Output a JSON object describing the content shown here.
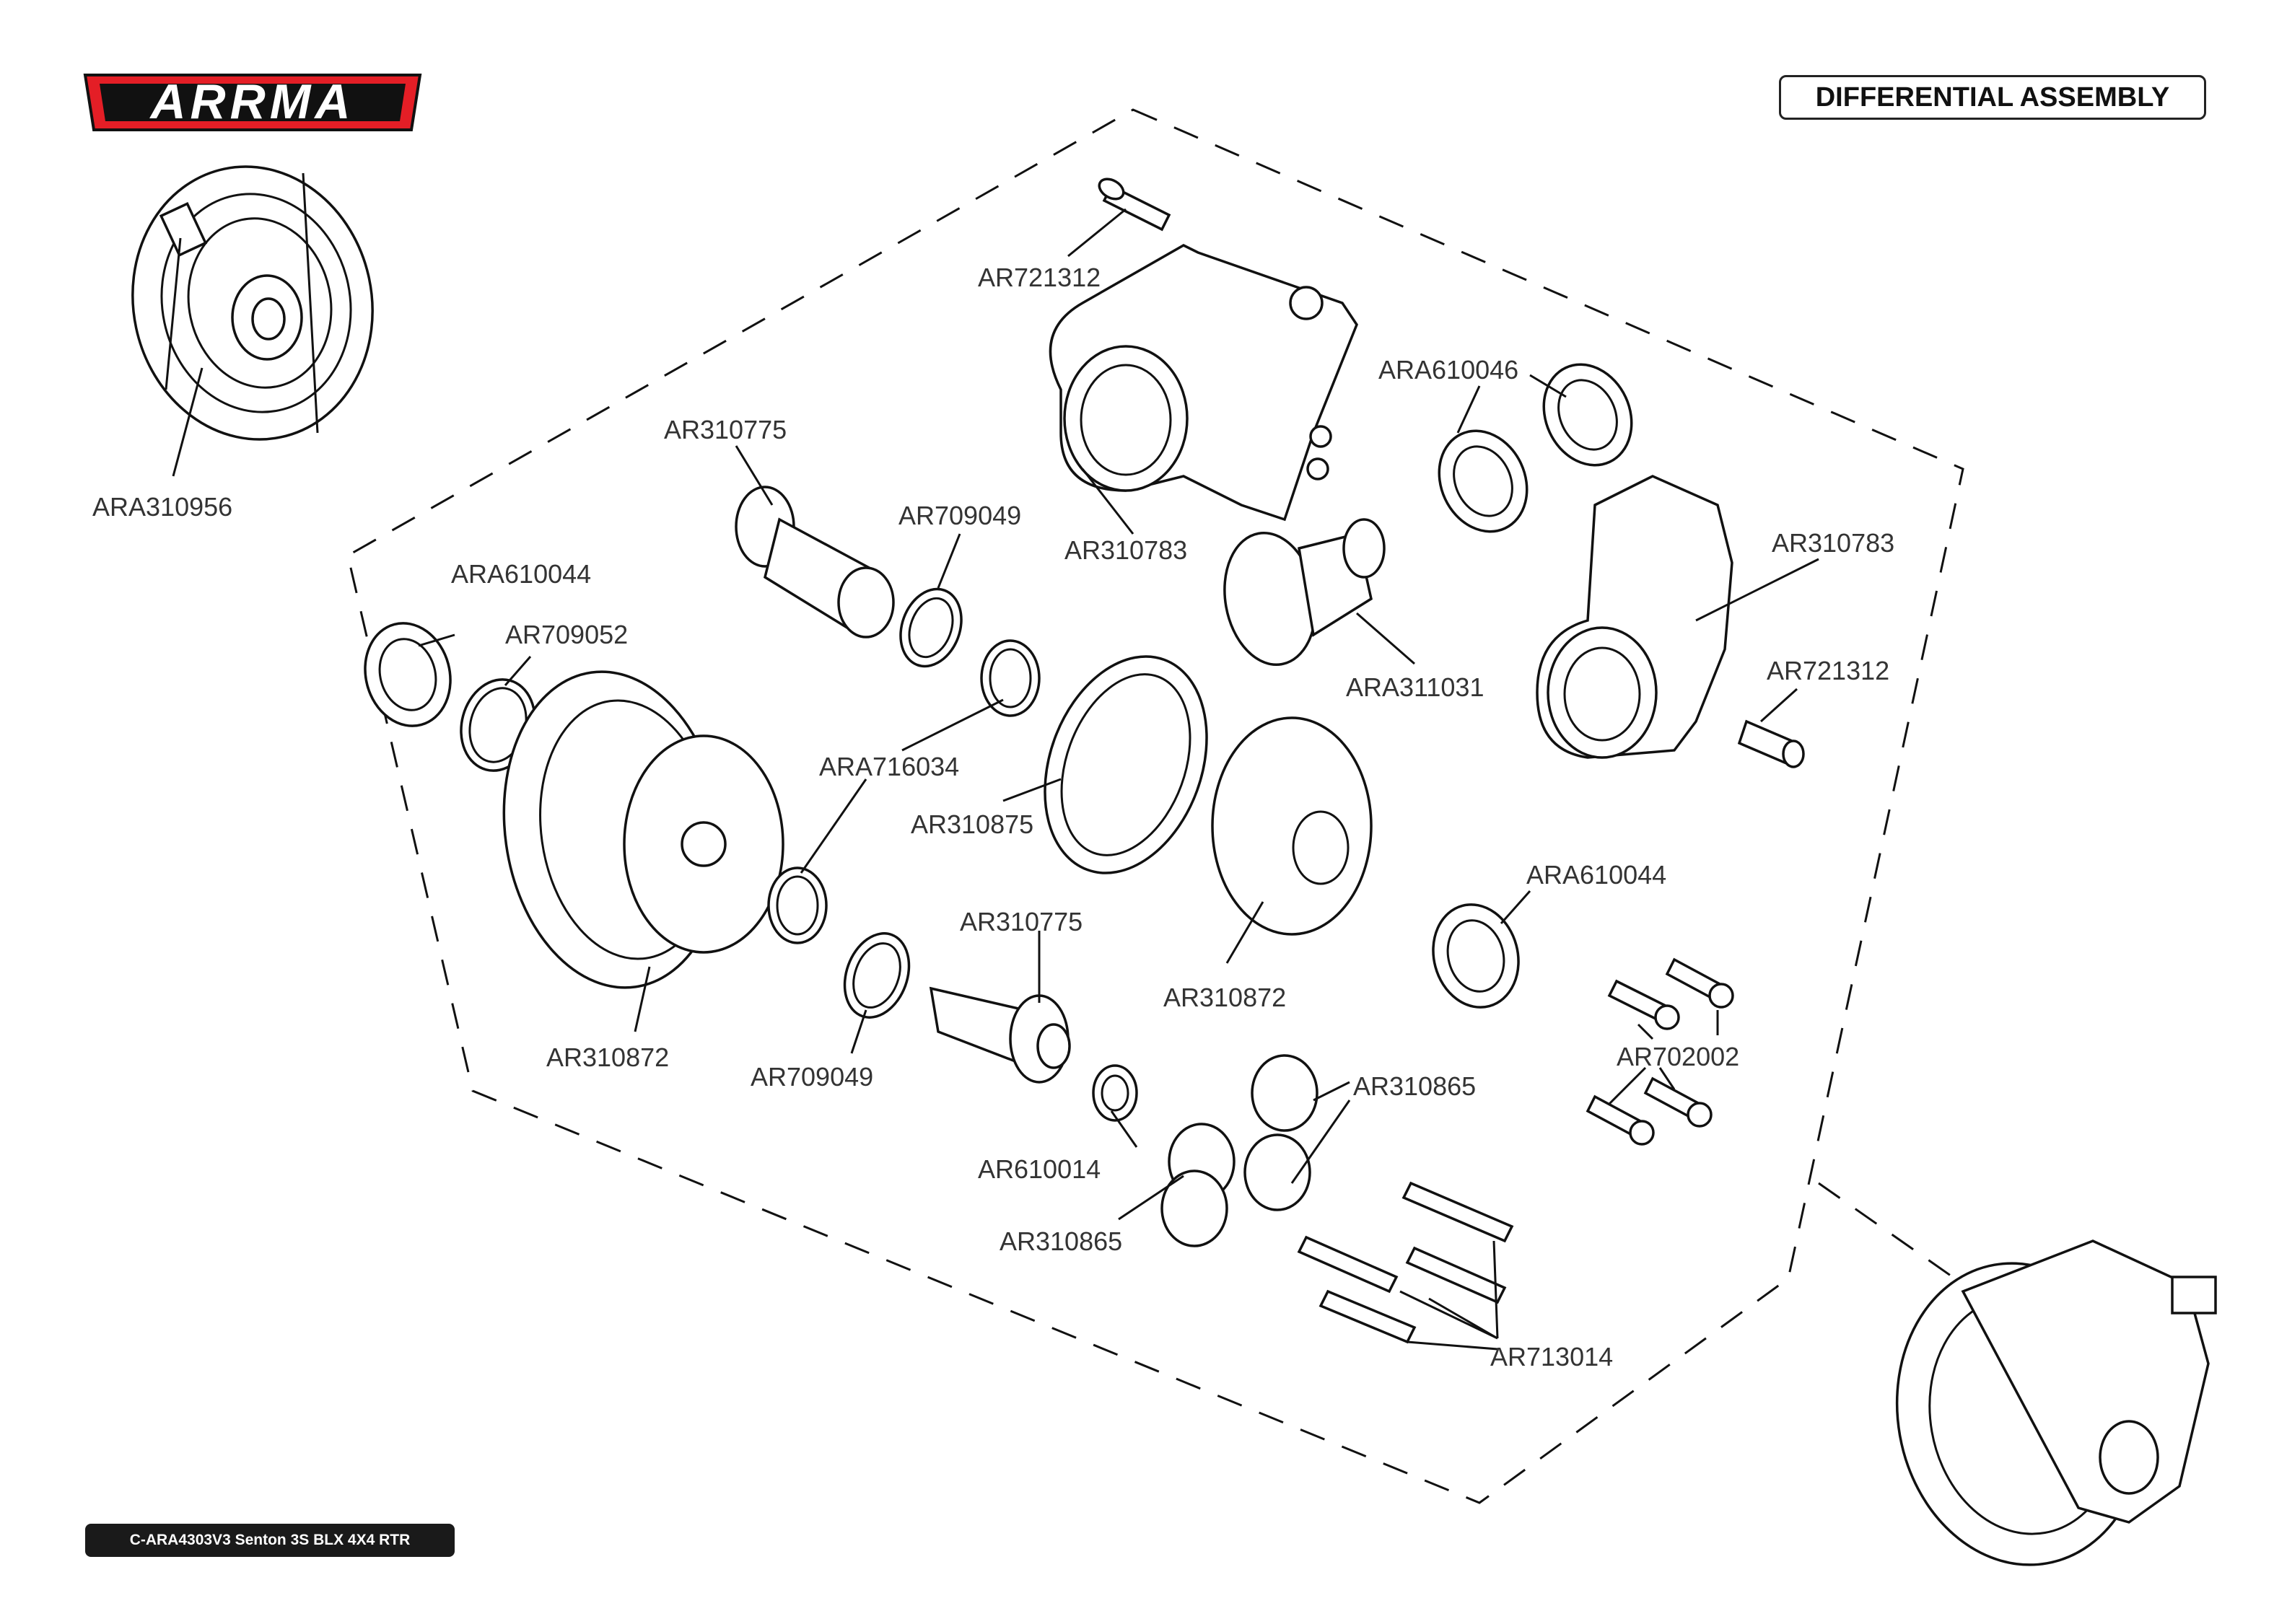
{
  "header": {
    "brand": "ARRMA",
    "title": "DIFFERENTIAL ASSEMBLY"
  },
  "footer": {
    "model": "C-ARA4303V3 Senton 3S BLX 4X4 RTR"
  },
  "parts": [
    {
      "id": "ARA310956",
      "label": "ARA310956"
    },
    {
      "id": "AR721312",
      "label": "AR721312"
    },
    {
      "id": "AR310775",
      "label": "AR310775"
    },
    {
      "id": "AR709049",
      "label": "AR709049"
    },
    {
      "id": "AR310783",
      "label": "AR310783"
    },
    {
      "id": "ARA610046",
      "label": "ARA610046"
    },
    {
      "id": "AR310783",
      "label": "AR310783"
    },
    {
      "id": "ARA610044",
      "label": "ARA610044"
    },
    {
      "id": "AR709052",
      "label": "AR709052"
    },
    {
      "id": "ARA311031",
      "label": "ARA311031"
    },
    {
      "id": "AR721312",
      "label": "AR721312"
    },
    {
      "id": "ARA716034",
      "label": "ARA716034"
    },
    {
      "id": "AR310875",
      "label": "AR310875"
    },
    {
      "id": "ARA610044",
      "label": "ARA610044"
    },
    {
      "id": "AR310775",
      "label": "AR310775"
    },
    {
      "id": "AR310872",
      "label": "AR310872"
    },
    {
      "id": "AR310872",
      "label": "AR310872"
    },
    {
      "id": "AR709049",
      "label": "AR709049"
    },
    {
      "id": "AR702002",
      "label": "AR702002"
    },
    {
      "id": "AR310865",
      "label": "AR310865"
    },
    {
      "id": "AR610014",
      "label": "AR610014"
    },
    {
      "id": "AR310865",
      "label": "AR310865"
    },
    {
      "id": "AR713014",
      "label": "AR713014"
    }
  ]
}
